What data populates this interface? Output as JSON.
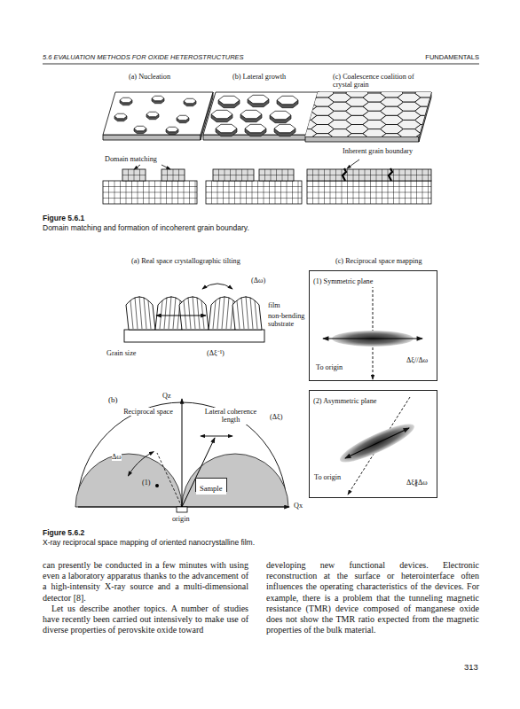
{
  "diagram": {
    "nodes": [
      {
        "text": [
          "(1) Symmetric plane"
        ]
      },
      {
        "text": [
          "(2) Asymmetric plane"
        ]
      },
      {
        "text": [
          "Sample"
        ]
      }
    ],
    "labels": [
      "5.6 EVALUATION METHODS FOR OXIDE HETEROSTRUCTURES",
      "FUNDAMENTALS",
      "(a) Nucleation",
      "(b) Lateral growth",
      "(c) Coalescence coalition of crystal grain",
      "Domain matching",
      "Inherent grain boundary",
      "Figure 5.6.1",
      "Domain matching and formation of incoherent grain boundary.",
      "(a) Real space crystallographic tilting",
      "(Δω)",
      "film",
      "non-bending substrate",
      "Grain size",
      "(Δξ⁻¹)",
      "(c) Reciprocal space mapping",
      "To origin",
      "Δξ//Δω",
      "To origin",
      "Δξ∦Δω",
      "(b)",
      "Qz",
      "Reciprocal space",
      "Lateral coherence length",
      "(Δξ)",
      "Δω",
      "(1)",
      "origin",
      "Qx",
      "Figure 5.6.2",
      "X-ray reciprocal space mapping of oriented nanocrystalline film.",
      "can presently be conducted in a few minutes with using even a laboratory apparatus thanks to the advancement of a high-intensity X-ray source and a multi-dimensional detector [8].",
      "Let us describe another topics. A number of studies have recently been carried out intensively to make use of diverse properties of perovskite oxide toward",
      "developing new functional devices. Electronic reconstruction at the surface or heterointerface often influences the operating characteristics of the devices. For example, there is a problem that the tunneling magnetic resistance (TMR) device composed of manganese oxide does not show the TMR ratio expected from the magnetic properties of the bulk material.",
      "313"
    ]
  }
}
